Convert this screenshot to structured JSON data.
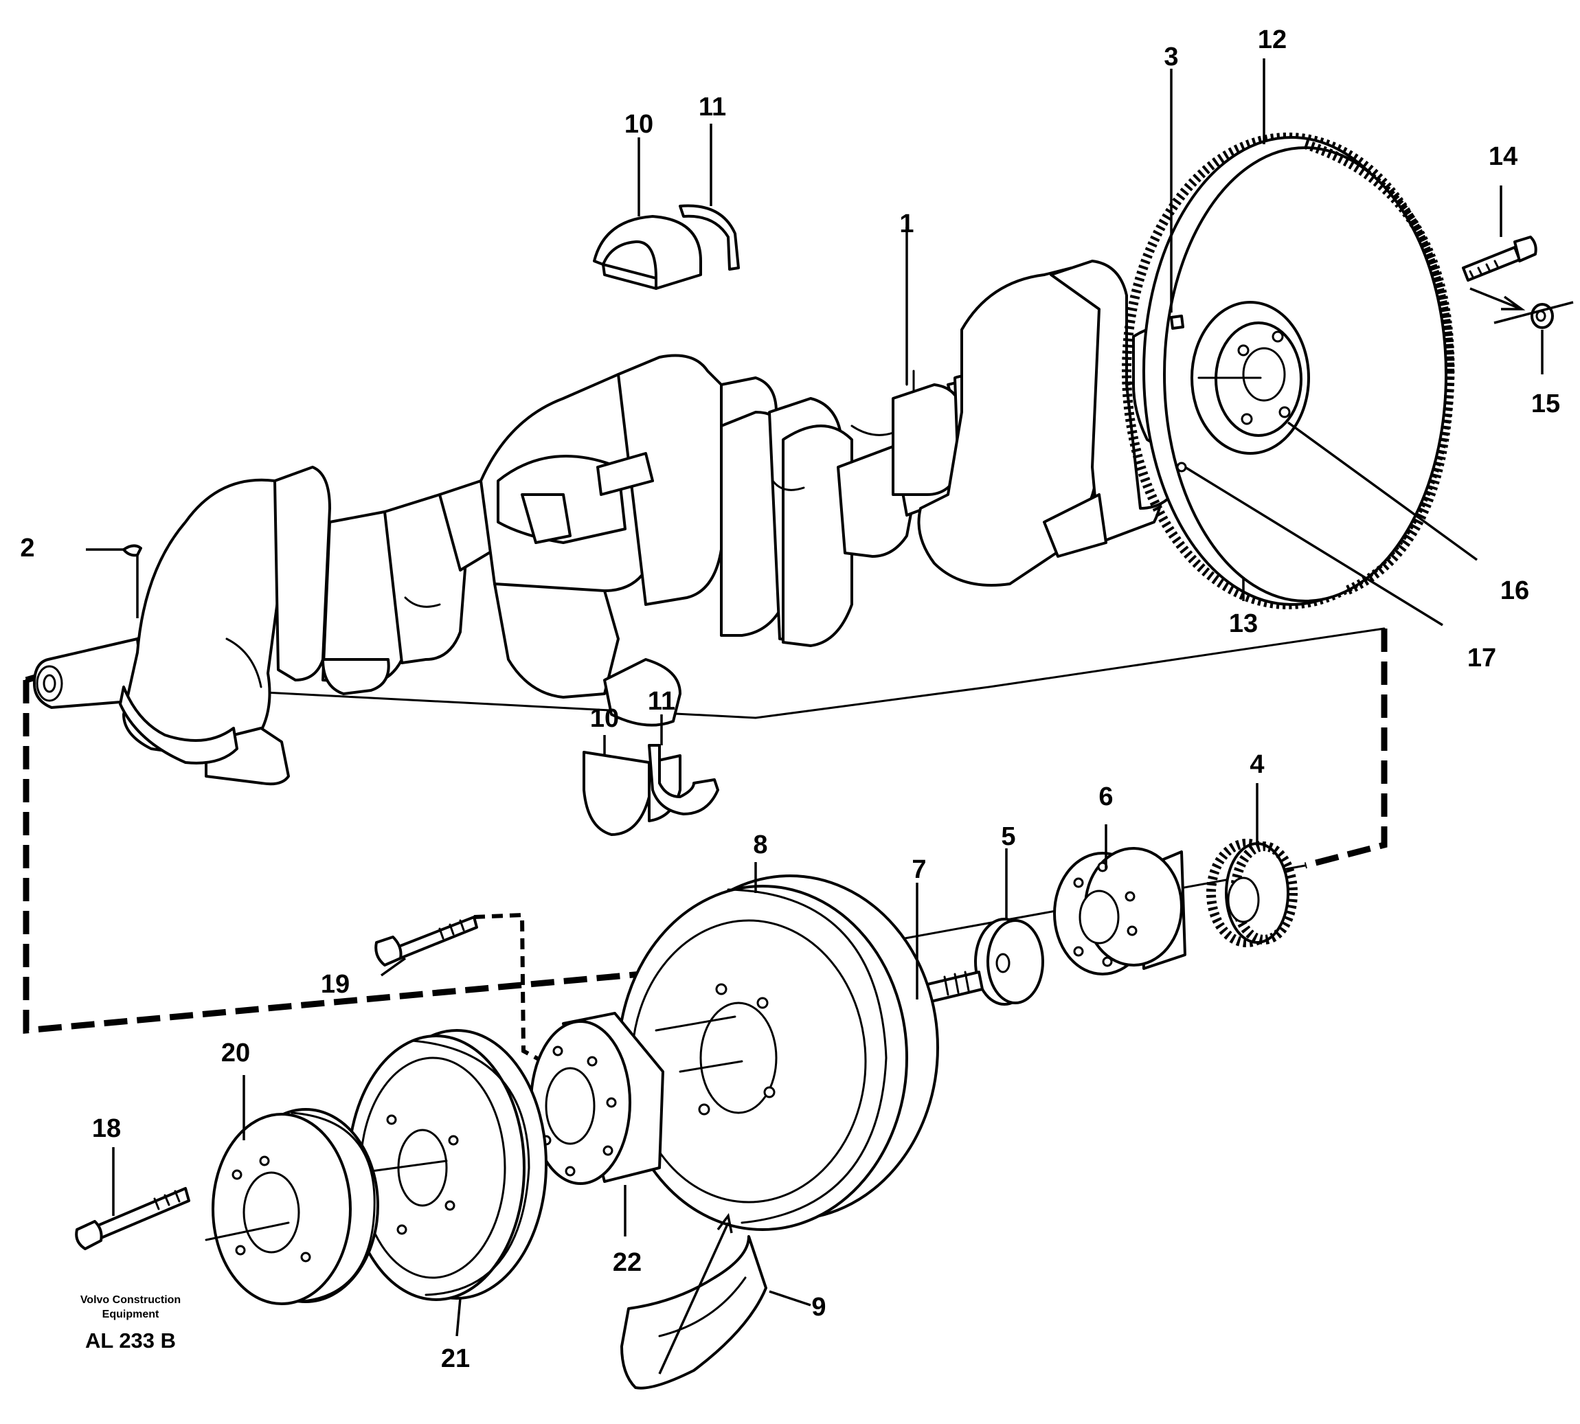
{
  "callouts": [
    {
      "id": "1",
      "label": "1"
    },
    {
      "id": "2",
      "label": "2"
    },
    {
      "id": "3",
      "label": "3"
    },
    {
      "id": "4",
      "label": "4"
    },
    {
      "id": "5",
      "label": "5"
    },
    {
      "id": "6",
      "label": "6"
    },
    {
      "id": "7",
      "label": "7"
    },
    {
      "id": "8",
      "label": "8"
    },
    {
      "id": "9",
      "label": "9"
    },
    {
      "id": "10a",
      "label": "10"
    },
    {
      "id": "10b",
      "label": "10"
    },
    {
      "id": "11a",
      "label": "11"
    },
    {
      "id": "11b",
      "label": "11"
    },
    {
      "id": "12",
      "label": "12"
    },
    {
      "id": "13",
      "label": "13"
    },
    {
      "id": "14",
      "label": "14"
    },
    {
      "id": "15",
      "label": "15"
    },
    {
      "id": "16",
      "label": "16"
    },
    {
      "id": "17",
      "label": "17"
    },
    {
      "id": "18",
      "label": "18"
    },
    {
      "id": "19",
      "label": "19"
    },
    {
      "id": "20",
      "label": "20"
    },
    {
      "id": "21",
      "label": "21"
    },
    {
      "id": "22",
      "label": "22"
    }
  ],
  "imprint": {
    "line1": "Volvo Construction",
    "line2": "Equipment",
    "code": "AL 233 B"
  }
}
